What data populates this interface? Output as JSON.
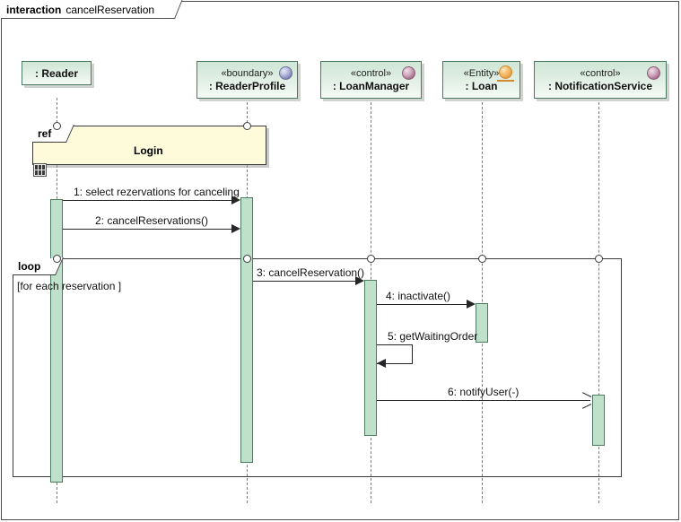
{
  "diagram": {
    "kind_keyword": "interaction",
    "name": "cancelReservation"
  },
  "lifelines": [
    {
      "id": "reader",
      "stereotype": "",
      "name": ": Reader",
      "icon": ""
    },
    {
      "id": "readerprofile",
      "stereotype": "«boundary»",
      "name": ": ReaderProfile",
      "icon": "boundary-sphere-icon"
    },
    {
      "id": "loanmanager",
      "stereotype": "«control»",
      "name": ": LoanManager",
      "icon": "control-sphere-icon"
    },
    {
      "id": "loan",
      "stereotype": "«Entity»",
      "name": ": Loan",
      "icon": "entity-sphere-icon"
    },
    {
      "id": "notification",
      "stereotype": "«control»",
      "name": ": NotificationService",
      "icon": "control-sphere-icon"
    }
  ],
  "fragments": [
    {
      "id": "ref",
      "operator": "ref",
      "guard": "",
      "body_text": "Login"
    },
    {
      "id": "loop",
      "operator": "loop",
      "guard": "[for each reservation ]",
      "body_text": ""
    }
  ],
  "messages": [
    {
      "seq": "1",
      "label": "1: select rezervations for canceling",
      "from": "reader",
      "to": "readerprofile",
      "arrow": "solid"
    },
    {
      "seq": "2",
      "label": "2: cancelReservations()",
      "from": "reader",
      "to": "readerprofile",
      "arrow": "solid"
    },
    {
      "seq": "3",
      "label": "3: cancelReservation()",
      "from": "readerprofile",
      "to": "loanmanager",
      "arrow": "solid"
    },
    {
      "seq": "4",
      "label": "4: inactivate()",
      "from": "loanmanager",
      "to": "loan",
      "arrow": "solid"
    },
    {
      "seq": "5",
      "label": "5: getWaitingOrder",
      "from": "loanmanager",
      "to": "loanmanager",
      "arrow": "solid-self"
    },
    {
      "seq": "6",
      "label": "6: notifyUser(-)",
      "from": "loanmanager",
      "to": "notification",
      "arrow": "open"
    }
  ],
  "colors": {
    "lifeline_fill": "#cfe6d6",
    "lifeline_border": "#4a7a5f",
    "lifeline_dash": "#3f9b7d",
    "activation_fill": "#bfe0ca",
    "ref_fill": "#fdfbd9",
    "frame_border": "#4d4d4d",
    "boundary_icon": "#7d83b4",
    "control_icon": "#a86e90",
    "entity_icon": "#e89a3c"
  }
}
